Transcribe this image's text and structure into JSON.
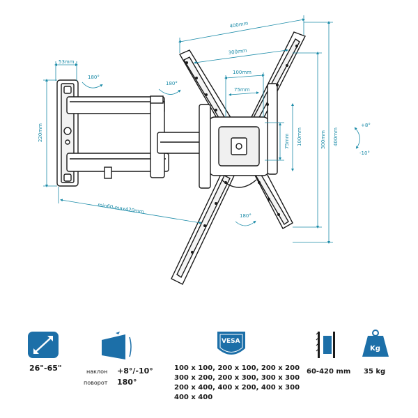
{
  "dimensions": {
    "mount_width": "53mm",
    "wall_plate_height": "220mm",
    "arm_extension": "min60-max420mm",
    "vesa_400": "400mm",
    "vesa_300": "300mm",
    "vesa_100": "100mm",
    "vesa_75": "75mm",
    "vesa_75_v": "75mm",
    "vesa_100_v": "100mm",
    "vesa_300_v": "300mm",
    "vesa_400_v": "400mm",
    "rotation_wall": "180°",
    "rotation_arm": "180°",
    "rotation_screen": "180°",
    "tilt_up": "+8°",
    "tilt_down": "-10°"
  },
  "specs": {
    "screen_size": "26\"-65\"",
    "tilt_label": "наклон",
    "tilt_value": "+8°/-10°",
    "swivel_label": "поворот",
    "swivel_value": "180°",
    "vesa_badge": "VESA",
    "vesa_lines": [
      "100 x 100, 200 x 100, 200 x 200",
      "300 x 200, 200 x 300, 300 x 300",
      "200 x 400, 400 x 200, 400 x 300",
      "400 x 400"
    ],
    "extension": "60-420 mm",
    "weight_badge": "Kg",
    "weight": "35 kg"
  },
  "colors": {
    "dimension": "#1b8ba8",
    "icon_fill": "#1c6fa8",
    "line": "#1a1a1a"
  }
}
